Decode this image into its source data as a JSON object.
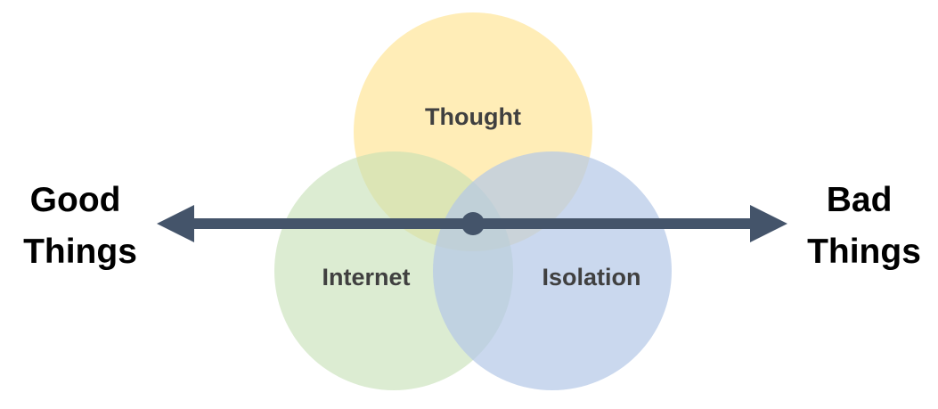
{
  "circles": [
    {
      "label": "Thought",
      "color": "#FFE699",
      "opacity": 0.7
    },
    {
      "label": "Internet",
      "color": "#C5E0B4",
      "opacity": 0.6
    },
    {
      "label": "Isolation",
      "color": "#B4C7E7",
      "opacity": 0.7
    }
  ],
  "left_label": {
    "line1": "Good",
    "line2": "Things"
  },
  "right_label": {
    "line1": "Bad",
    "line2": "Things"
  },
  "axis_color": "#44546A"
}
